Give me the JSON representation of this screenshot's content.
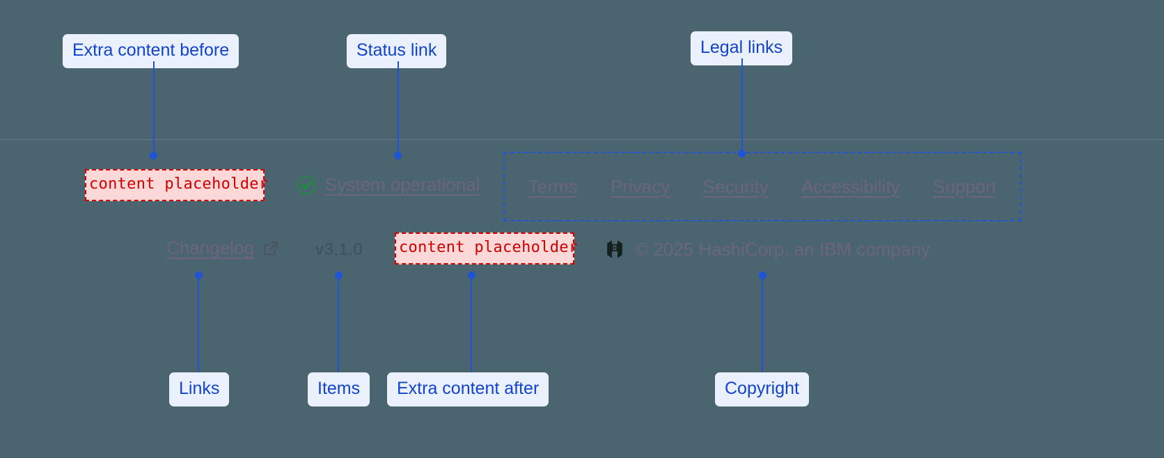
{
  "page": {
    "background_color": "#4b6570",
    "accent_color": "#1f54d6",
    "placeholder_color": "#cf0000",
    "link_color": "#6c6480"
  },
  "footer": {
    "placeholder_before": "content placeholder",
    "placeholder_after": "content placeholder",
    "status": {
      "icon": "check-circle-icon",
      "label": "System operational"
    },
    "legal_links": [
      {
        "label": "Terms"
      },
      {
        "label": "Privacy"
      },
      {
        "label": "Security"
      },
      {
        "label": "Accessibility"
      },
      {
        "label": "Support"
      }
    ],
    "changelog": {
      "label": "Changelog",
      "icon": "external-link-icon"
    },
    "version": "v3.1.0",
    "brand": {
      "logo": "hashicorp-logo",
      "copyright": "© 2025 HashiCorp, an IBM company"
    }
  },
  "annotations": [
    {
      "id": "extra-before",
      "label": "Extra content before"
    },
    {
      "id": "status-link",
      "label": "Status link"
    },
    {
      "id": "legal-links",
      "label": "Legal links"
    },
    {
      "id": "links",
      "label": "Links"
    },
    {
      "id": "items",
      "label": "Items"
    },
    {
      "id": "extra-after",
      "label": "Extra content after"
    },
    {
      "id": "copyright",
      "label": "Copyright"
    }
  ]
}
